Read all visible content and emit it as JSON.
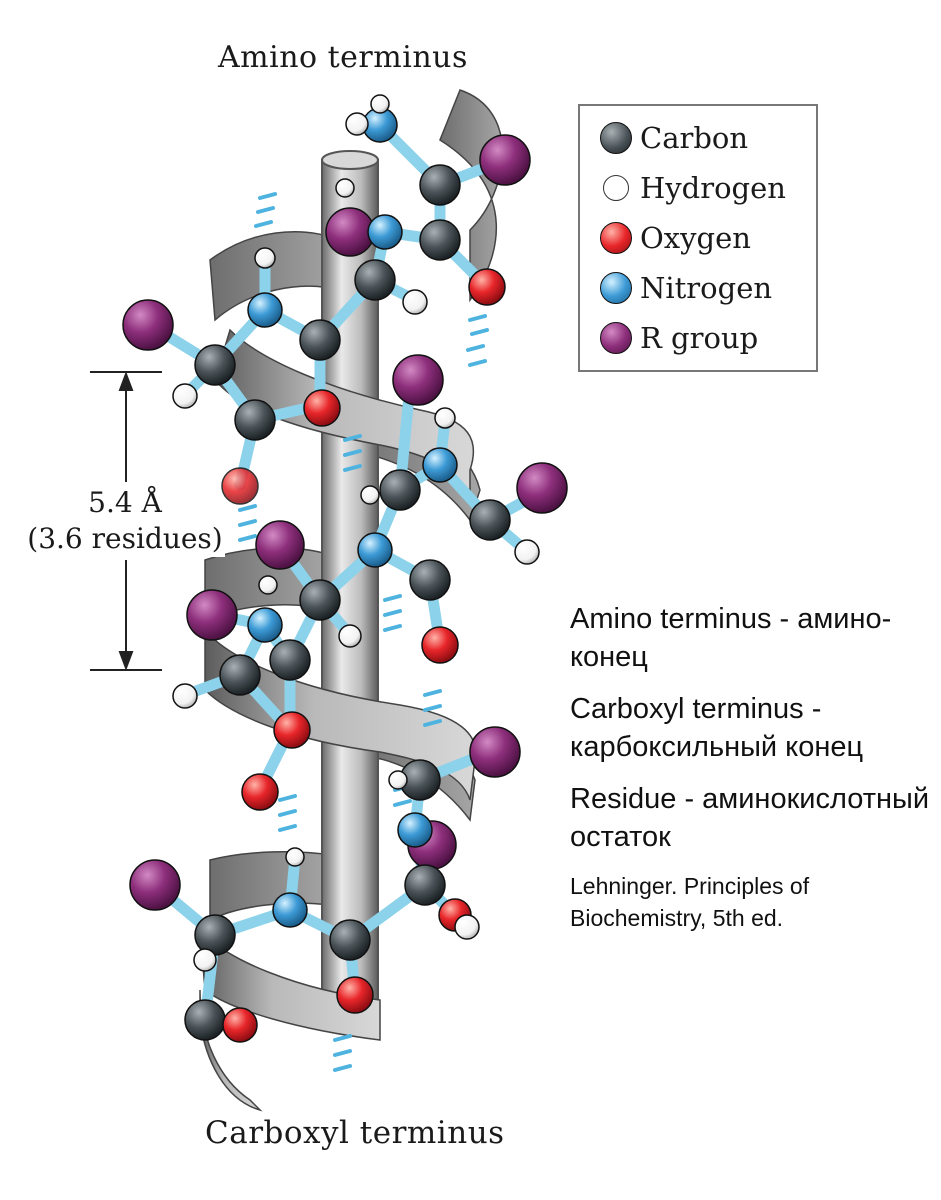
{
  "labels": {
    "top": "Amino  terminus",
    "bottom": "Carboxyl terminus",
    "distance_value": "5.4 Å",
    "distance_residues": "(3.6 residues)"
  },
  "legend": [
    {
      "label": "Carbon",
      "color": "#4a5358",
      "icon": "carbon-atom-icon"
    },
    {
      "label": "Hydrogen",
      "color": "#ffffff",
      "icon": "hydrogen-atom-icon"
    },
    {
      "label": "Oxygen",
      "color": "#e8262a",
      "icon": "oxygen-atom-icon"
    },
    {
      "label": "Nitrogen",
      "color": "#3d9bd6",
      "icon": "nitrogen-atom-icon"
    },
    {
      "label": "R group",
      "color": "#8e2f7c",
      "icon": "r-group-icon"
    }
  ],
  "notes": {
    "amino": "Amino terminus - амино-конец",
    "carboxyl": "Carboxyl terminus - карбоксильный конец",
    "residue": "Residue - аминокислотный остаток",
    "reference": "Lehninger. Principles of Biochemistry, 5th ed."
  },
  "colors": {
    "carbon": "#4a5358",
    "hydrogen": "#ffffff",
    "oxygen": "#e8262a",
    "nitrogen": "#3d9bd6",
    "r_group": "#8e2f7c",
    "bond": "#8cd2ea",
    "hbond": "#4fb3e0",
    "ribbon": "#9a9a9a"
  }
}
